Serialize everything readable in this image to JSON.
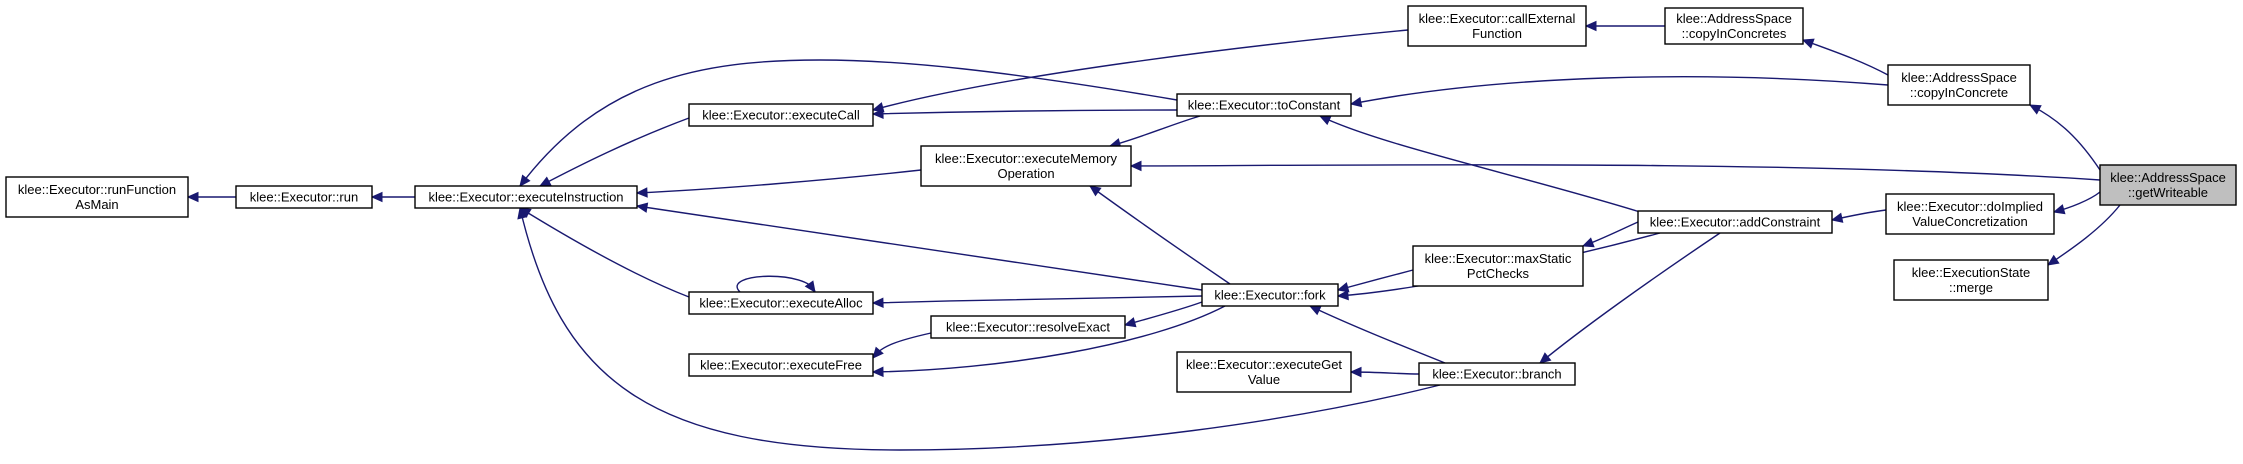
{
  "graph": {
    "edge_color": "#191970",
    "highlight_fill": "#bfbfbf",
    "nodes": [
      {
        "id": "runFunctionAsMain",
        "lines": [
          "klee::Executor::runFunction",
          "AsMain"
        ]
      },
      {
        "id": "run",
        "lines": [
          "klee::Executor::run"
        ]
      },
      {
        "id": "executeInstruction",
        "lines": [
          "klee::Executor::executeInstruction"
        ]
      },
      {
        "id": "executeCall",
        "lines": [
          "klee::Executor::executeCall"
        ]
      },
      {
        "id": "executeMemoryOperation",
        "lines": [
          "klee::Executor::executeMemory",
          "Operation"
        ]
      },
      {
        "id": "executeAlloc",
        "lines": [
          "klee::Executor::executeAlloc"
        ]
      },
      {
        "id": "resolveExact",
        "lines": [
          "klee::Executor::resolveExact"
        ]
      },
      {
        "id": "executeFree",
        "lines": [
          "klee::Executor::executeFree"
        ]
      },
      {
        "id": "callExternalFunction",
        "lines": [
          "klee::Executor::callExternal",
          "Function"
        ]
      },
      {
        "id": "toConstant",
        "lines": [
          "klee::Executor::toConstant"
        ]
      },
      {
        "id": "fork",
        "lines": [
          "klee::Executor::fork"
        ]
      },
      {
        "id": "executeGetValue",
        "lines": [
          "klee::Executor::executeGet",
          "Value"
        ]
      },
      {
        "id": "branch",
        "lines": [
          "klee::Executor::branch"
        ]
      },
      {
        "id": "maxStaticPctChecks",
        "lines": [
          "klee::Executor::maxStatic",
          "PctChecks"
        ]
      },
      {
        "id": "addConstraint",
        "lines": [
          "klee::Executor::addConstraint"
        ]
      },
      {
        "id": "copyInConcretes",
        "lines": [
          "klee::AddressSpace",
          "::copyInConcretes"
        ]
      },
      {
        "id": "copyInConcrete",
        "lines": [
          "klee::AddressSpace",
          "::copyInConcrete"
        ]
      },
      {
        "id": "doImpliedValueConcretization",
        "lines": [
          "klee::Executor::doImplied",
          "ValueConcretization"
        ]
      },
      {
        "id": "mergeState",
        "lines": [
          "klee::ExecutionState",
          "::merge"
        ]
      },
      {
        "id": "getWriteable",
        "lines": [
          "klee::AddressSpace",
          "::getWriteable"
        ],
        "highlight": true
      }
    ],
    "edges": [
      {
        "from": "run",
        "to": "runFunctionAsMain"
      },
      {
        "from": "executeInstruction",
        "to": "run"
      },
      {
        "from": "executeCall",
        "to": "executeInstruction"
      },
      {
        "from": "executeMemoryOperation",
        "to": "executeInstruction"
      },
      {
        "from": "executeAlloc",
        "to": "executeInstruction"
      },
      {
        "from": "executeAlloc",
        "to": "executeAlloc"
      },
      {
        "from": "resolveExact",
        "to": "executeFree"
      },
      {
        "from": "toConstant",
        "to": "executeInstruction"
      },
      {
        "from": "toConstant",
        "to": "executeCall"
      },
      {
        "from": "toConstant",
        "to": "executeMemoryOperation"
      },
      {
        "from": "fork",
        "to": "executeInstruction"
      },
      {
        "from": "fork",
        "to": "executeMemoryOperation"
      },
      {
        "from": "fork",
        "to": "executeAlloc"
      },
      {
        "from": "fork",
        "to": "resolveExact"
      },
      {
        "from": "fork",
        "to": "executeFree"
      },
      {
        "from": "branch",
        "to": "executeInstruction"
      },
      {
        "from": "branch",
        "to": "executeGetValue"
      },
      {
        "from": "branch",
        "to": "fork"
      },
      {
        "from": "callExternalFunction",
        "to": "executeCall"
      },
      {
        "from": "maxStaticPctChecks",
        "to": "fork"
      },
      {
        "from": "addConstraint",
        "to": "toConstant"
      },
      {
        "from": "addConstraint",
        "to": "fork"
      },
      {
        "from": "addConstraint",
        "to": "branch"
      },
      {
        "from": "addConstraint",
        "to": "maxStaticPctChecks"
      },
      {
        "from": "copyInConcretes",
        "to": "callExternalFunction"
      },
      {
        "from": "copyInConcrete",
        "to": "copyInConcretes"
      },
      {
        "from": "copyInConcrete",
        "to": "toConstant"
      },
      {
        "from": "doImpliedValueConcretization",
        "to": "addConstraint"
      },
      {
        "from": "getWriteable",
        "to": "copyInConcrete"
      },
      {
        "from": "getWriteable",
        "to": "executeMemoryOperation"
      },
      {
        "from": "getWriteable",
        "to": "doImpliedValueConcretization"
      },
      {
        "from": "getWriteable",
        "to": "mergeState"
      }
    ]
  }
}
